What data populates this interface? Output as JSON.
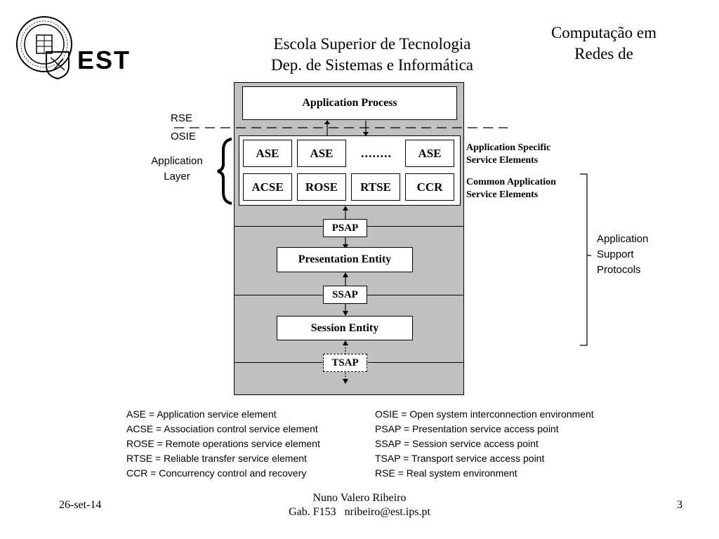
{
  "header": {
    "logo_text": "EST",
    "center_line1": "Escola Superior de Tecnologia",
    "center_line2": "Dep. de Sistemas e Informática",
    "right_line1": "Computação em",
    "right_line2": "Redes de"
  },
  "diagram": {
    "application_process": "Application Process",
    "rse_label": "RSE",
    "osie_label": "OSIE",
    "app_layer_line1": "Application",
    "app_layer_line2": "Layer",
    "ase_1": "ASE",
    "ase_2": "ASE",
    "ase_dots": "........",
    "ase_3": "ASE",
    "acse": "ACSE",
    "rose": "ROSE",
    "rtse": "RTSE",
    "ccr": "CCR",
    "ase_desc_line1": "Application Specific",
    "ase_desc_line2": "Service Elements",
    "case_desc_line1": "Common Application",
    "case_desc_line2": "Service Elements",
    "psap": "PSAP",
    "presentation_entity": "Presentation Entity",
    "ssap": "SSAP",
    "session_entity": "Session Entity",
    "tsap": "TSAP",
    "support_line1": "Application",
    "support_line2": "Support",
    "support_line3": "Protocols"
  },
  "legend": {
    "left": [
      "ASE = Application service element",
      "ACSE = Association control service element",
      "ROSE = Remote operations service element",
      "RTSE = Reliable transfer service element",
      "CCR = Concurrency control and recovery"
    ],
    "right": [
      "OSIE = Open system interconnection environment",
      "PSAP = Presentation service access point",
      "SSAP = Session service access point",
      "TSAP = Transport service access point",
      "RSE = Real system environment"
    ]
  },
  "footer": {
    "date": "26-set-14",
    "author": "Nuno Valero Ribeiro",
    "contact_office": "Gab. F153",
    "contact_email": "nribeiro@est.ips.pt",
    "page_number": "3"
  }
}
